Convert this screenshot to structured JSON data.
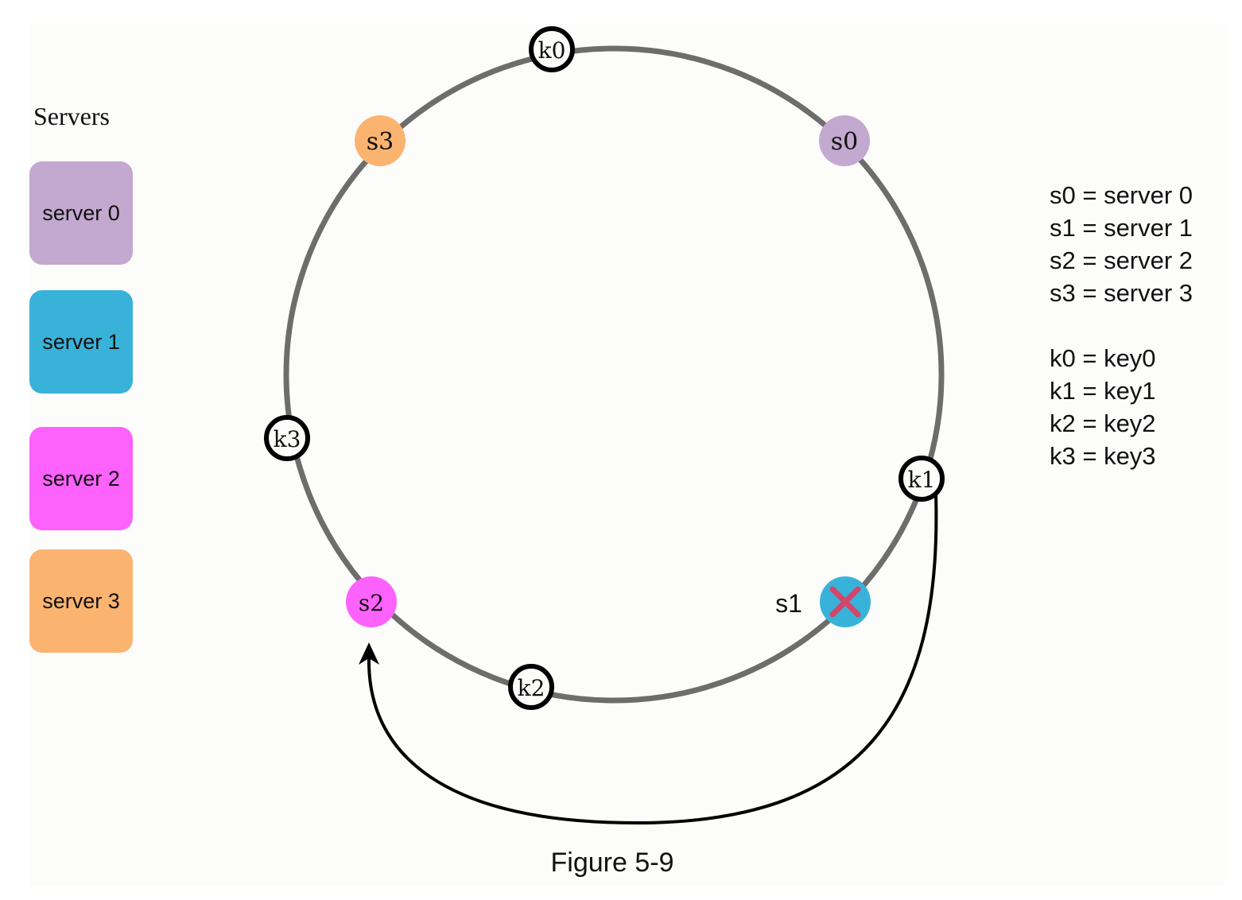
{
  "servers_title": "Servers",
  "servers": [
    {
      "label": "server 0",
      "color": "#c3a8cf"
    },
    {
      "label": "server 1",
      "color": "#39b2d9"
    },
    {
      "label": "server 2",
      "color": "#fd62fc"
    },
    {
      "label": "server 3",
      "color": "#fbb470"
    }
  ],
  "ring_nodes": {
    "s0": "s0",
    "s1": "s1",
    "s2": "s2",
    "s3": "s3",
    "k0": "k0",
    "k1": "k1",
    "k2": "k2",
    "k3": "k3"
  },
  "s1_removed_marker": "x",
  "s1_outside_label": "s1",
  "legend_servers": [
    "s0 = server 0",
    "s1 = server 1",
    "s2 = server 2",
    "s3 = server 3"
  ],
  "legend_keys": [
    "k0 = key0",
    "k1 = key1",
    "k2 = key2",
    "k3 = key3"
  ],
  "caption": "Figure 5-9",
  "colors": {
    "ring": "#6d6d6d",
    "removed_x": "#d2466b"
  }
}
